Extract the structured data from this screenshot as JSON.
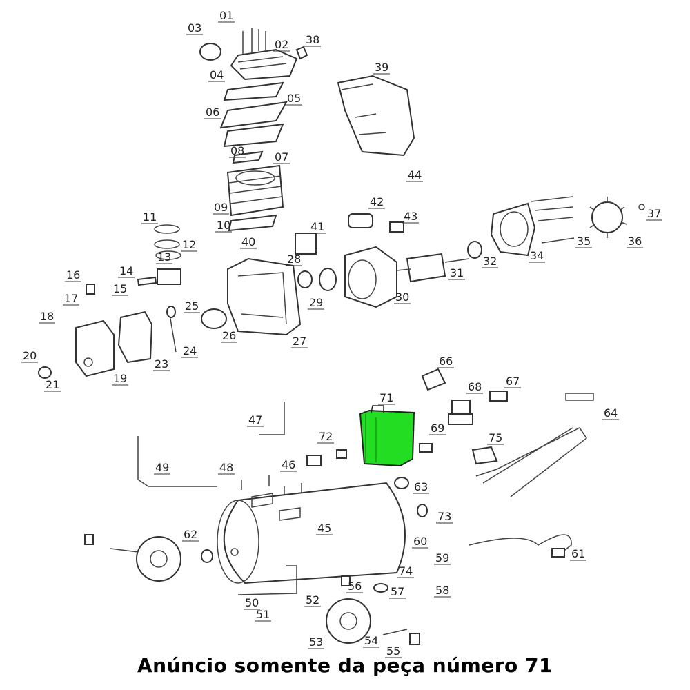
{
  "caption": "Anúncio somente da peça número 71",
  "highlight_color": "#22dd22",
  "highlighted_part": "71",
  "part_labels": [
    "01",
    "02",
    "03",
    "04",
    "05",
    "06",
    "07",
    "08",
    "09",
    "10",
    "11",
    "12",
    "13",
    "14",
    "15",
    "16",
    "17",
    "18",
    "19",
    "20",
    "21",
    "23",
    "24",
    "25",
    "26",
    "27",
    "28",
    "29",
    "30",
    "31",
    "32",
    "34",
    "35",
    "36",
    "37",
    "38",
    "39",
    "40",
    "41",
    "42",
    "43",
    "44",
    "45",
    "46",
    "47",
    "48",
    "49",
    "50",
    "51",
    "52",
    "53",
    "54",
    "55",
    "56",
    "57",
    "58",
    "59",
    "60",
    "61",
    "62",
    "63",
    "64",
    "66",
    "67",
    "68",
    "69",
    "71",
    "72",
    "73",
    "74",
    "75"
  ]
}
